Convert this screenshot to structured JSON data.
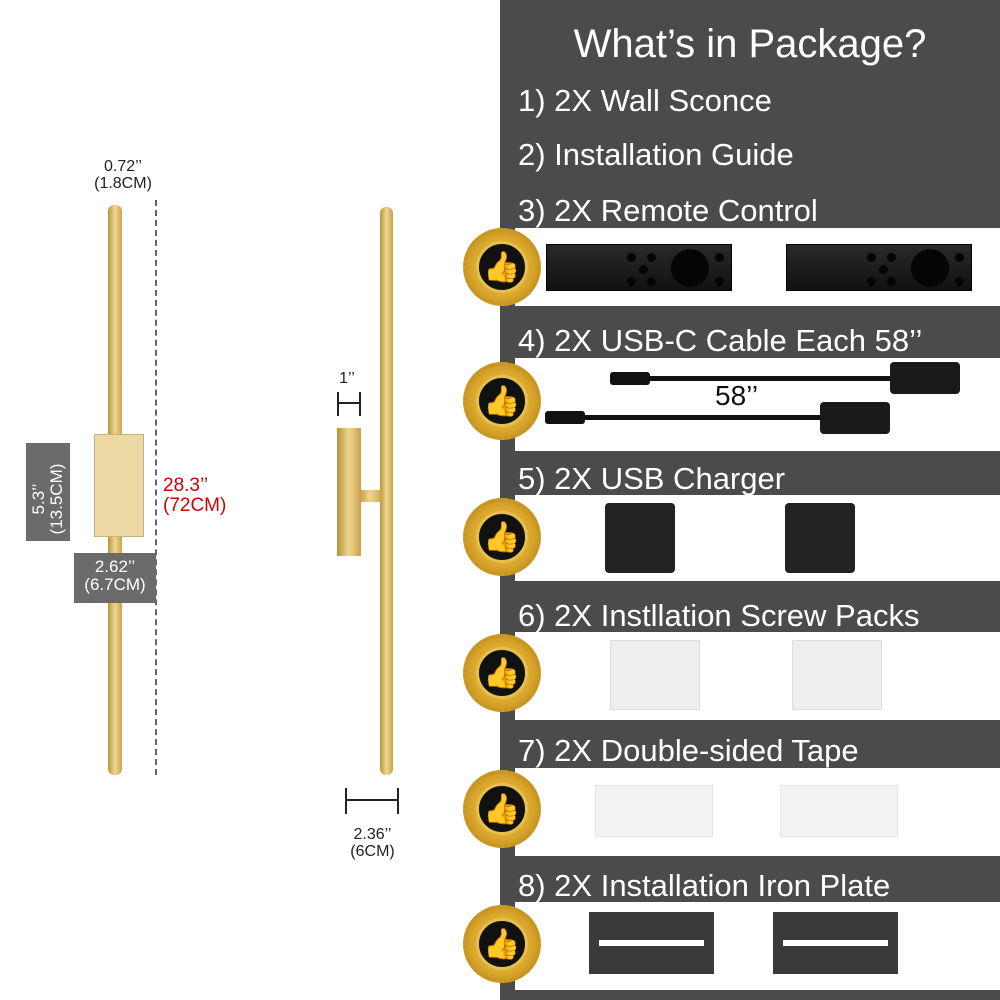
{
  "package": {
    "title": "What’s in Package?",
    "items": [
      "1) 2X Wall Sconce",
      "2) Installation Guide",
      "3) 2X Remote Control",
      "4) 2X USB-C Cable Each 58’’",
      "5) 2X USB Charger",
      "6) 2X Instllation Screw Packs",
      "7) 2X Double-sided Tape",
      "8) 2X Installation Iron Plate"
    ],
    "cable_length_label": "58’’"
  },
  "dimensions": {
    "rod_diameter": "0.72’’",
    "rod_diameter_cm": "(1.8CM)",
    "base_height": "5.3’’",
    "base_height_cm": "(13.5CM)",
    "total_length": "28.3’’",
    "total_length_cm": "(72CM)",
    "base_width": "2.62’’",
    "base_width_cm": "(6.7CM)",
    "arm_width": "1’’",
    "depth": "2.36’’",
    "depth_cm": "(6CM)"
  },
  "colors": {
    "panel": "#4b4b4b",
    "accent_red": "#d00000",
    "gold": "#d9a52a"
  }
}
